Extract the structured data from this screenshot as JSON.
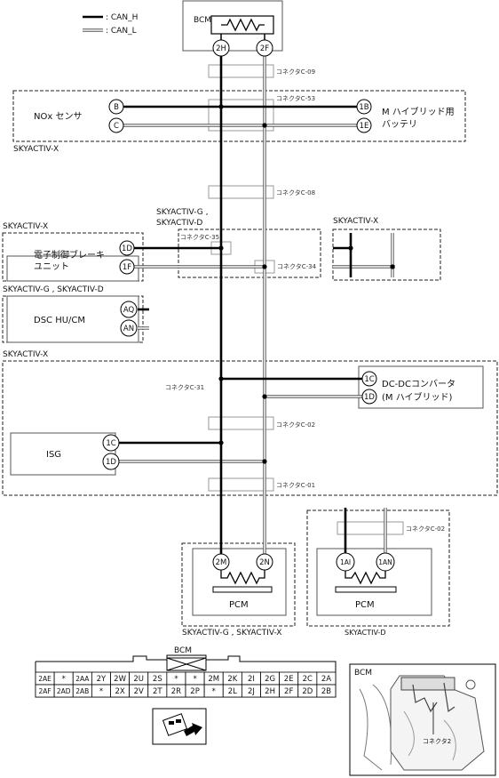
{
  "legend": {
    "can_h": ": CAN_H",
    "can_l": ": CAN_L"
  },
  "bcm": {
    "label": "BCM",
    "pin_h": "2H",
    "pin_l": "2F"
  },
  "connectors": {
    "c09": "コネクタC-09",
    "c53": "コネクタC-53",
    "c08": "コネクタC-08",
    "c35": "コネクタC-35",
    "c34": "コネクタC-34",
    "c31": "コネクタC-31",
    "c02": "コネクタC-02",
    "c01": "コネクタC-01",
    "c02_d": "コネクタC-02"
  },
  "nox": {
    "label": "NOx センサ",
    "pin_b": "B",
    "pin_c": "C"
  },
  "mhybrid_battery": {
    "line1": "M ハイブリッド用",
    "line2": "バッテリ",
    "pin_1b": "1B",
    "pin_1e": "1E"
  },
  "variants": {
    "skyx_top": "SKYACTIV-X",
    "skyx_brake": "SKYACTIV-X",
    "skyg_d_mid_1": "SKYACTIV-G ,",
    "skyg_d_mid_2": "SKYACTIV-D",
    "skyx_right": "SKYACTIV-X",
    "skyg_d_dsc": "SKYACTIV-G , SKYACTIV-D",
    "skyx_big": "SKYACTIV-X",
    "pcm_gx": "SKYACTIV-G , SKYACTIV-X",
    "pcm_d": "SKYACTIV-D"
  },
  "brake": {
    "line1": "電子制御ブレーキ",
    "line2": "ユニット",
    "pin_1d": "1D",
    "pin_1f": "1F"
  },
  "dsc": {
    "label": "DSC HU/CM",
    "pin_aq": "AQ",
    "pin_an": "AN"
  },
  "dcdc": {
    "line1": "DC-DCコンバータ",
    "line2": "(M ハイブリッド)",
    "pin_1c": "1C",
    "pin_1d": "1D"
  },
  "isg": {
    "label": "ISG",
    "pin_1c": "1C",
    "pin_1d": "1D"
  },
  "pcm_gx": {
    "label": "PCM",
    "pin_h": "2M",
    "pin_l": "2N"
  },
  "pcm_d": {
    "label": "PCM",
    "pin_h": "1AI",
    "pin_l": "1AN"
  },
  "bcm_connector": {
    "title": "BCM",
    "row1": [
      "2AE",
      "*",
      "2AA",
      "2Y",
      "2W",
      "2U",
      "2S",
      "*",
      "*",
      "2M",
      "2K",
      "2I",
      "2G",
      "2E",
      "2C",
      "2A"
    ],
    "row2": [
      "2AF",
      "2AD",
      "2AB",
      "*",
      "2X",
      "2V",
      "2T",
      "2R",
      "2P",
      "*",
      "2L",
      "2J",
      "2H",
      "2F",
      "2D",
      "2B"
    ]
  },
  "location": {
    "title": "BCM",
    "connector": "コネクタ2"
  }
}
